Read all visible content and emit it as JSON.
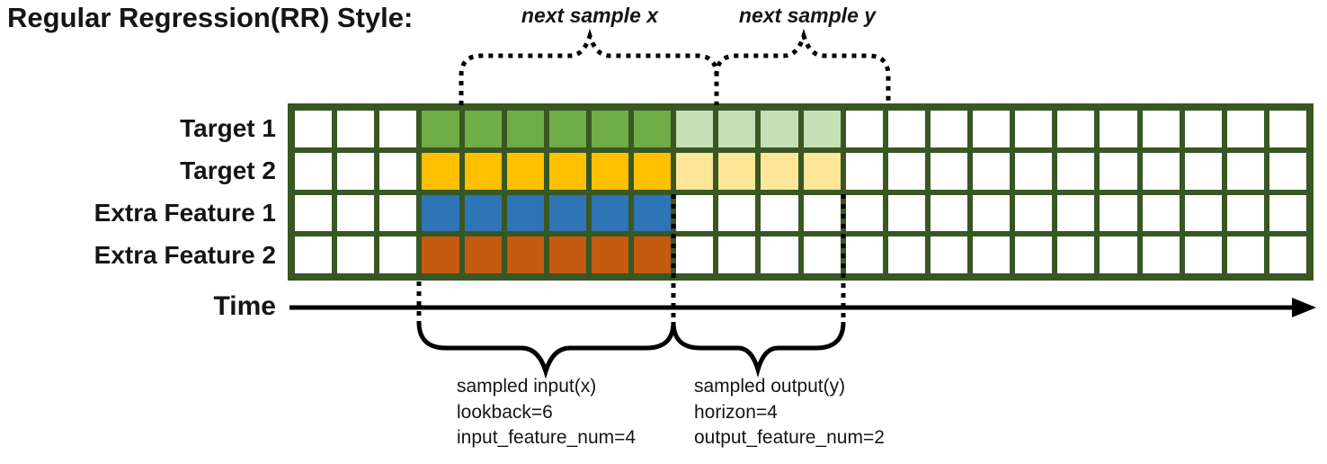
{
  "title": "Regular Regression(RR) Style:",
  "annotations": {
    "next_sample_x": "next sample x",
    "next_sample_y": "next sample y",
    "time_label": "Time"
  },
  "grid": {
    "total_columns": 24,
    "lead_empty_columns": 3,
    "lookback_columns": 6,
    "horizon_columns": 4,
    "border_color": "#385723",
    "empty_cell_color": "#FFFFFF",
    "rows": [
      {
        "label": "Target 1",
        "lookback_color": "#70AD47",
        "horizon_color": "#C5E0B4"
      },
      {
        "label": "Target 2",
        "lookback_color": "#FFC000",
        "horizon_color": "#FFE699"
      },
      {
        "label": "Extra Feature 1",
        "lookback_color": "#2E75B6",
        "horizon_color": null
      },
      {
        "label": "Extra Feature 2",
        "lookback_color": "#C55A11",
        "horizon_color": null
      }
    ]
  },
  "sampled_input": {
    "line1": "sampled input(x)",
    "line2": "lookback=6",
    "line3": "input_feature_num=4"
  },
  "sampled_output": {
    "line1": "sampled output(y)",
    "line2": "horizon=4",
    "line3": "output_feature_num=2"
  },
  "shape_colors": {
    "annotation_black": "#000000"
  }
}
